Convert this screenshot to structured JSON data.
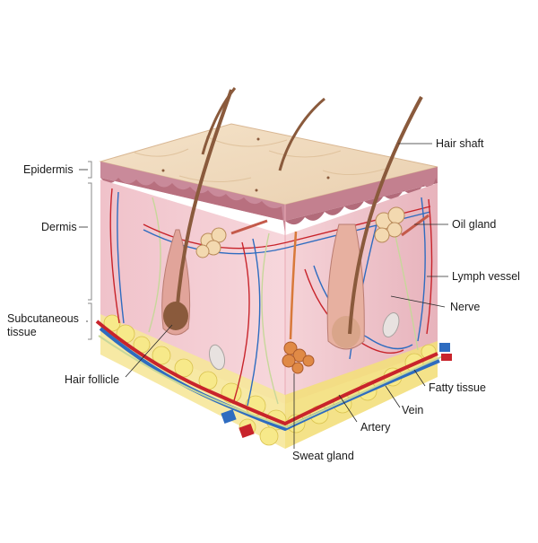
{
  "labels": {
    "epidermis": "Epidermis",
    "dermis": "Dermis",
    "subcutaneous_line1": "Subcutaneous",
    "subcutaneous_line2": "tissue",
    "hair_follicle": "Hair follicle",
    "hair_shaft": "Hair shaft",
    "oil_gland": "Oil gland",
    "lymph_vessel": "Lymph vessel",
    "nerve": "Nerve",
    "fatty_tissue": "Fatty tissue",
    "vein": "Vein",
    "artery": "Artery",
    "sweat_gland": "Sweat gland"
  },
  "colors": {
    "skin_top": "#f1dcc0",
    "epidermis_band": "#c98a9a",
    "dermis": "#f2c9cf",
    "dermis_side": "#eab9c1",
    "hair": "#8a5a3c",
    "fat": "#f3e37a",
    "artery": "#c8242b",
    "vein": "#2e6cc0",
    "nerve": "#c7d79a",
    "sweat_gland": "#d8793a"
  },
  "icons": [
    "skin-cross-section-illustration"
  ]
}
